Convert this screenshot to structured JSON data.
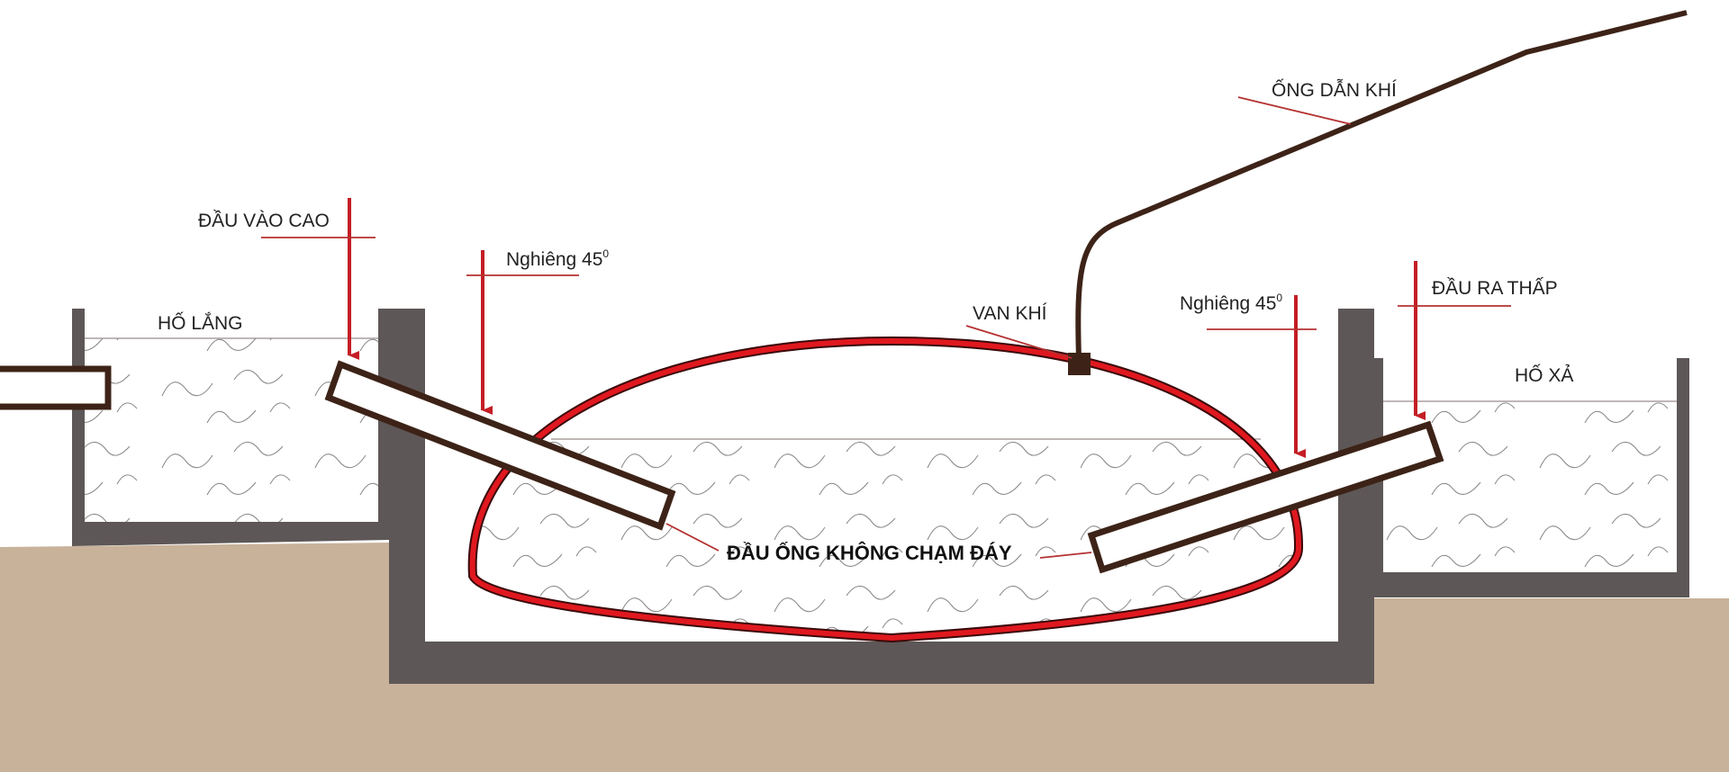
{
  "labels": {
    "inlet_high": "ĐẦU VÀO CAO",
    "settling_pit": "HỐ LẮNG",
    "tilt_left": "Nghiêng 45",
    "tilt_left_sup": "0",
    "gas_valve": "VAN KHÍ",
    "gas_pipe": "ỐNG DẪN KHÍ",
    "tilt_right": "Nghiêng 45",
    "tilt_right_sup": "0",
    "outlet_low": "ĐẦU RA THẤP",
    "discharge_pit": "HỐ XẢ",
    "pipe_end_note": "ĐẦU ỐNG KHÔNG CHẠM ĐÁY"
  },
  "colors": {
    "ground": "#c8b29a",
    "wall": "#5e5757",
    "pipe": "#3d2317",
    "bag": "#e0181f",
    "arrow": "#c41e25",
    "leader": "#b53030"
  }
}
